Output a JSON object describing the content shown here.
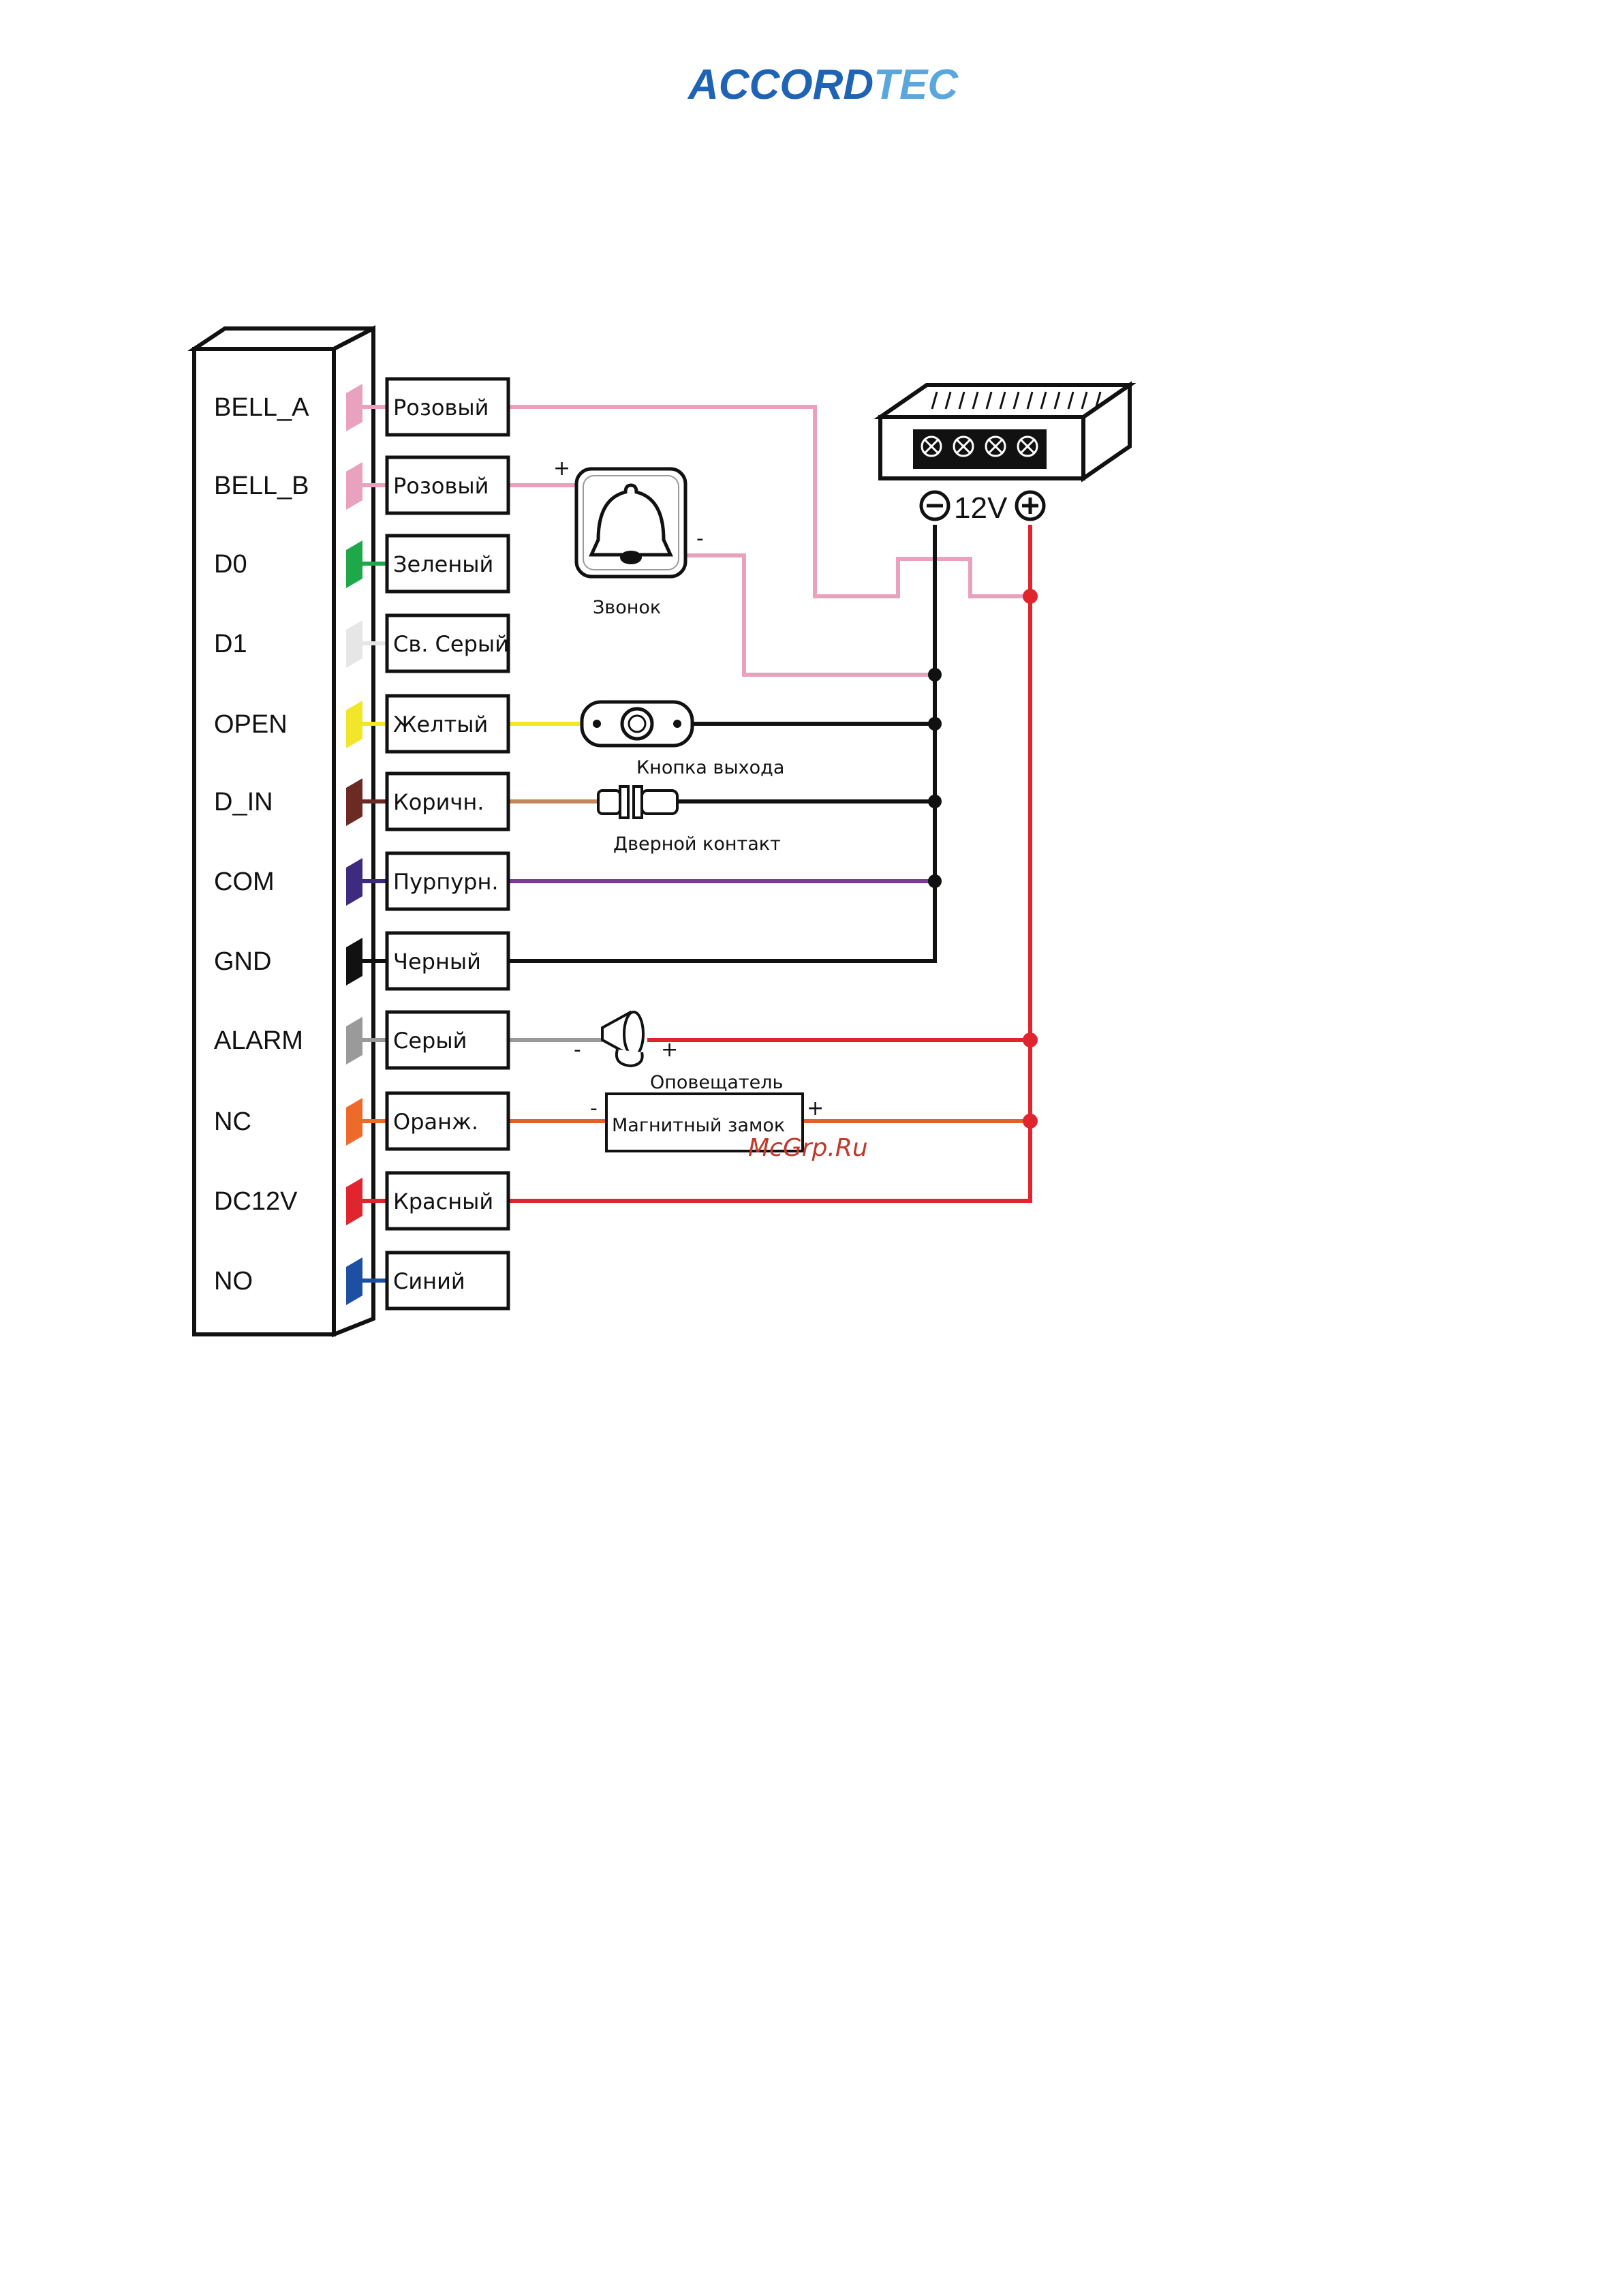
{
  "logo": {
    "left": "ACC",
    "o": "O",
    "mid": "RD",
    "right": "TEC"
  },
  "watermark": "McGrp.Ru",
  "pins": [
    {
      "pin": "BELL_A",
      "color_name": "Розовый",
      "wire_color": "#e8a2be"
    },
    {
      "pin": "BELL_B",
      "color_name": "Розовый",
      "wire_color": "#e8a2be"
    },
    {
      "pin": "D0",
      "color_name": "Зеленый",
      "wire_color": "#1fa84a"
    },
    {
      "pin": "D1",
      "color_name": "Св. Серый",
      "wire_color": "#e6e6e6"
    },
    {
      "pin": "OPEN",
      "color_name": "Желтый",
      "wire_color": "#f2e62a"
    },
    {
      "pin": "D_IN",
      "color_name": "Коричн.",
      "wire_color": "#6b2a24"
    },
    {
      "pin": "COM",
      "color_name": "Пурпурн.",
      "wire_color": "#3d2b80"
    },
    {
      "pin": "GND",
      "color_name": "Черный",
      "wire_color": "#111111"
    },
    {
      "pin": "ALARM",
      "color_name": "Серый",
      "wire_color": "#9a9a9a"
    },
    {
      "pin": "NC",
      "color_name": "Оранж.",
      "wire_color": "#ee6a2b"
    },
    {
      "pin": "DC12V",
      "color_name": "Красный",
      "wire_color": "#e0252f"
    },
    {
      "pin": "NO",
      "color_name": "Синий",
      "wire_color": "#1d4fa3"
    }
  ],
  "devices": {
    "bell": "Звонок",
    "exit_button": "Кнопка выхода",
    "door_contact": "Дверной контакт",
    "siren": "Оповещатель",
    "maglock": "Магнитный замок",
    "psu_voltage": "12V"
  },
  "signs": {
    "plus": "+",
    "minus": "-"
  },
  "colors": {
    "pink": "#e8a2be",
    "black": "#111111",
    "red": "#e0252f",
    "yellow": "#f2e62a",
    "tan": "#c4865a",
    "purple": "#7b3a96",
    "gray": "#9a9a9a",
    "orange": "#e0602e",
    "logo_blue": "#1e63b4",
    "logo_light": "#5aa7de"
  }
}
